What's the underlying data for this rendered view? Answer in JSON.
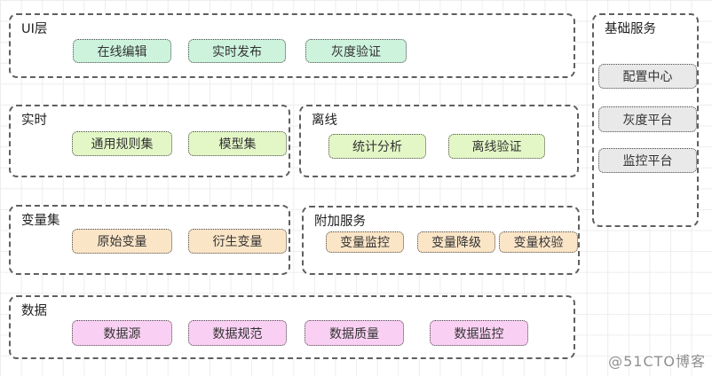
{
  "diagram": {
    "panels": [
      {
        "title": "UI层",
        "chips": [
          "在线编辑",
          "实时发布",
          "灰度验证"
        ]
      },
      {
        "title": "实时",
        "chips": [
          "通用规则集",
          "模型集"
        ]
      },
      {
        "title": "离线",
        "chips": [
          "统计分析",
          "离线验证"
        ]
      },
      {
        "title": "变量集",
        "chips": [
          "原始变量",
          "衍生变量"
        ]
      },
      {
        "title": "附加服务",
        "chips": [
          "变量监控",
          "变量降级",
          "变量校验"
        ]
      },
      {
        "title": "数据",
        "chips": [
          "数据源",
          "数据规范",
          "数据质量",
          "数据监控"
        ]
      },
      {
        "title": "基础服务",
        "chips": [
          "配置中心",
          "灰度平台",
          "监控平台"
        ]
      }
    ],
    "colors": {
      "ui_layer_chip": "#cdf3dd",
      "realtime_offline_chip": "#e3f7c6",
      "variable_addon_chip": "#fbe5c7",
      "data_chip": "#f9d0f3",
      "base_service_chip": "#e9e9e9",
      "panel_border": "#5f5f5f",
      "grid_line": "#efecec"
    },
    "watermark": "@51CTO博客"
  }
}
